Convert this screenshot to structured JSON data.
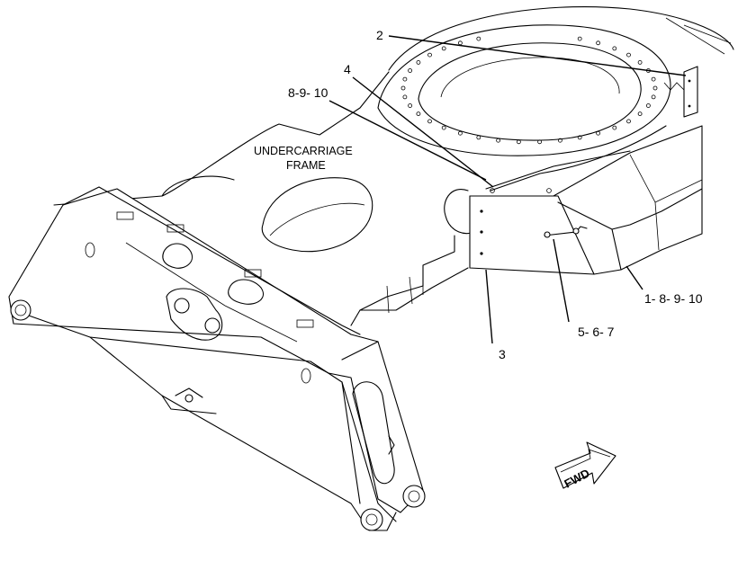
{
  "frame_label": {
    "line1": "UNDERCARRIAGE",
    "line2": "FRAME"
  },
  "callouts": {
    "c2": "2",
    "c4": "4",
    "c8910": "8-9- 10",
    "c18910": "1- 8- 9- 10",
    "c567": "5- 6- 7",
    "c3": "3"
  },
  "fwd_label": "FWD"
}
